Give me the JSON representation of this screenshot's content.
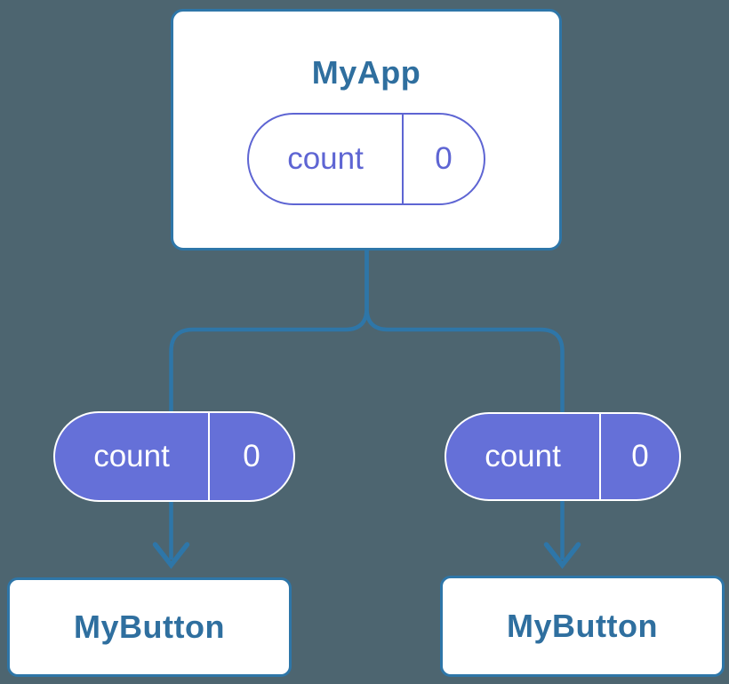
{
  "colors": {
    "background": "#4d6570",
    "line": "#2e76a8",
    "node_text": "#2f6f9f",
    "pill_purple": "#6570d8",
    "pill_outline_purple": "#5e65d3",
    "node_bg": "#ffffff",
    "pill_text_light": "#ffffff"
  },
  "nodes": {
    "myapp": {
      "label": "MyApp",
      "state": {
        "key": "count",
        "value": "0"
      }
    },
    "left_pill": {
      "key": "count",
      "value": "0"
    },
    "right_pill": {
      "key": "count",
      "value": "0"
    },
    "left_button": {
      "label": "MyButton"
    },
    "right_button": {
      "label": "MyButton"
    }
  }
}
